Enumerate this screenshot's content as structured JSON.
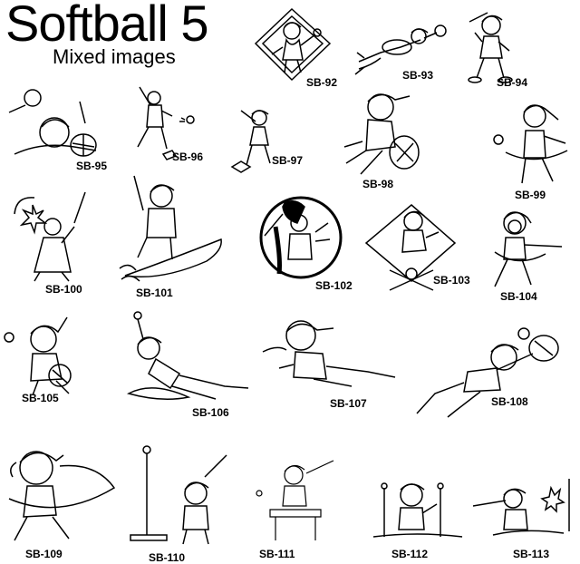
{
  "header": {
    "title": "Softball 5",
    "subtitle": "Mixed images"
  },
  "clips": [
    {
      "id": "SB-92",
      "label": "SB-92"
    },
    {
      "id": "SB-93",
      "label": "SB-93"
    },
    {
      "id": "SB-94",
      "label": "SB-94"
    },
    {
      "id": "SB-95",
      "label": "SB-95"
    },
    {
      "id": "SB-96",
      "label": "SB-96"
    },
    {
      "id": "SB-97",
      "label": "SB-97"
    },
    {
      "id": "SB-98",
      "label": "SB-98"
    },
    {
      "id": "SB-99",
      "label": "SB-99"
    },
    {
      "id": "SB-100",
      "label": "SB-100"
    },
    {
      "id": "SB-101",
      "label": "SB-101"
    },
    {
      "id": "SB-102",
      "label": "SB-102"
    },
    {
      "id": "SB-103",
      "label": "SB-103"
    },
    {
      "id": "SB-104",
      "label": "SB-104"
    },
    {
      "id": "SB-105",
      "label": "SB-105"
    },
    {
      "id": "SB-106",
      "label": "SB-106"
    },
    {
      "id": "SB-107",
      "label": "SB-107"
    },
    {
      "id": "SB-108",
      "label": "SB-108"
    },
    {
      "id": "SB-109",
      "label": "SB-109"
    },
    {
      "id": "SB-110",
      "label": "SB-110"
    },
    {
      "id": "SB-111",
      "label": "SB-111"
    },
    {
      "id": "SB-112",
      "label": "SB-112"
    },
    {
      "id": "SB-113",
      "label": "SB-113"
    }
  ]
}
